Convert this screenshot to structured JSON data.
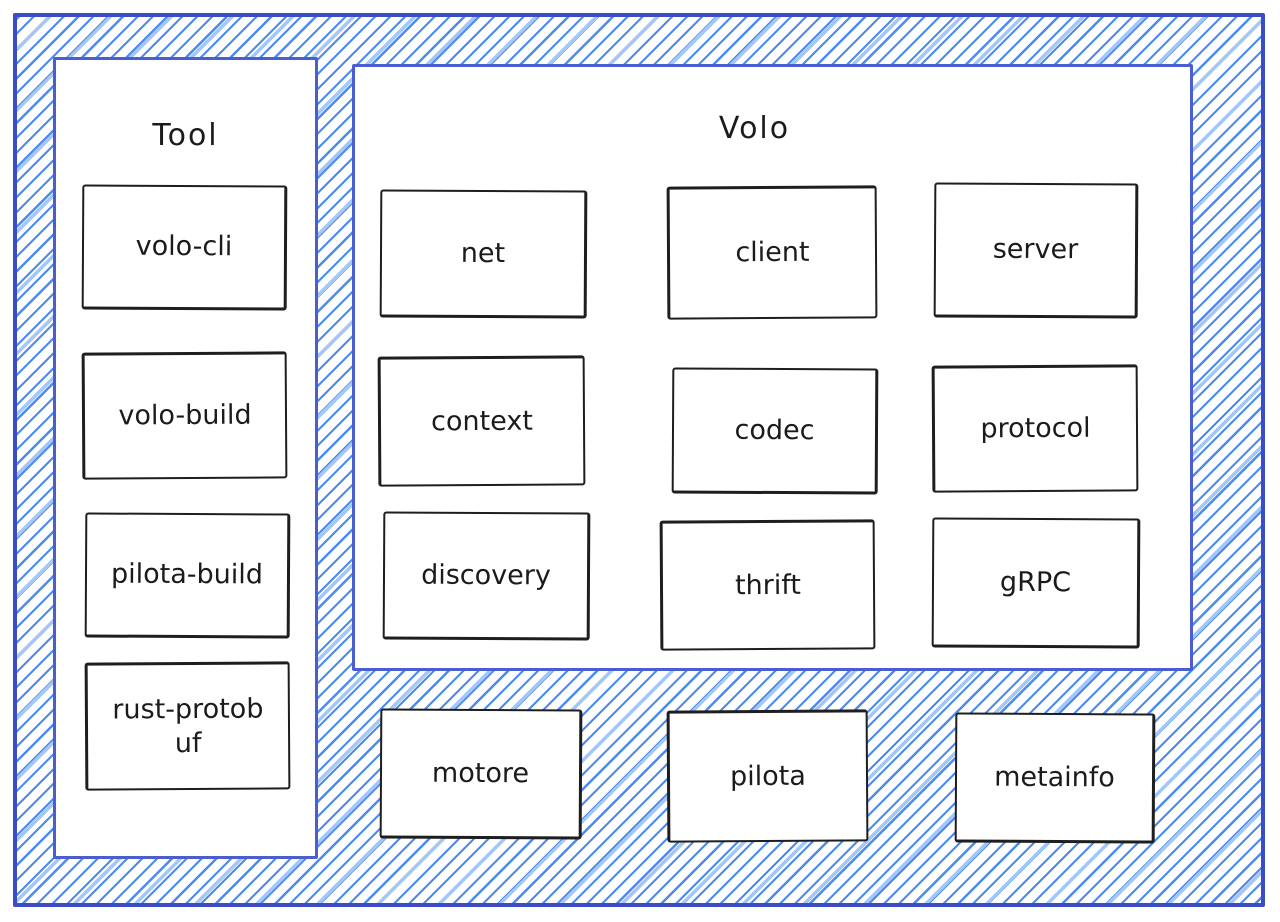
{
  "diagram": {
    "tool_panel": {
      "title": "Tool",
      "boxes": [
        {
          "label": "volo-cli"
        },
        {
          "label": "volo-build"
        },
        {
          "label": "pilota-build"
        },
        {
          "label": "rust-protobuf"
        }
      ]
    },
    "volo_panel": {
      "title": "Volo",
      "boxes": [
        {
          "label": "net"
        },
        {
          "label": "client"
        },
        {
          "label": "server"
        },
        {
          "label": "context"
        },
        {
          "label": "codec"
        },
        {
          "label": "protocol"
        },
        {
          "label": "discovery"
        },
        {
          "label": "thrift"
        },
        {
          "label": "gRPC"
        }
      ]
    },
    "standalone_boxes": [
      {
        "label": "motore"
      },
      {
        "label": "pilota"
      },
      {
        "label": "metainfo"
      }
    ],
    "colors": {
      "outer_border": "#3c4cc6",
      "panel_border": "#4a5ed2",
      "hatch_primary": "#4e8bef",
      "hatch_secondary": "#a3c7f8",
      "box_border": "#1e1e1e",
      "text_color": "#1b1b1b"
    }
  }
}
